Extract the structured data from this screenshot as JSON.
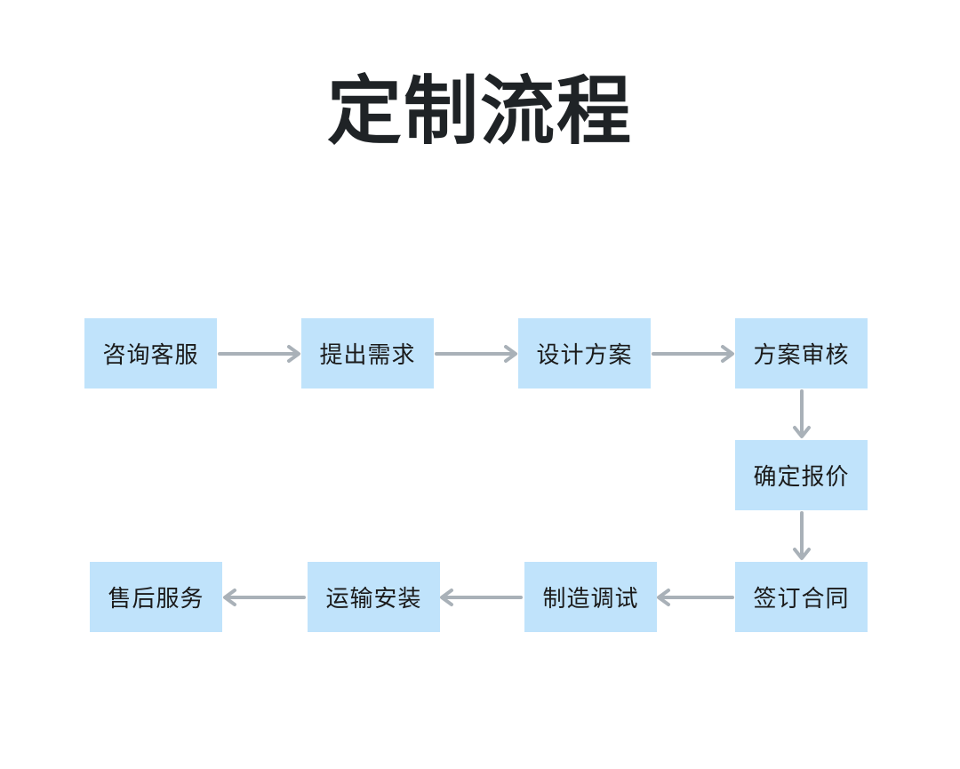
{
  "title": "定制流程",
  "colors": {
    "box_fill": "#c0e3fb",
    "arrow": "#a9b1b8",
    "title": "#1f2326"
  },
  "steps": [
    {
      "label": "咨询客服"
    },
    {
      "label": "提出需求"
    },
    {
      "label": "设计方案"
    },
    {
      "label": "方案审核"
    },
    {
      "label": "确定报价"
    },
    {
      "label": "签订合同"
    },
    {
      "label": "制造调试"
    },
    {
      "label": "运输安装"
    },
    {
      "label": "售后服务"
    }
  ]
}
